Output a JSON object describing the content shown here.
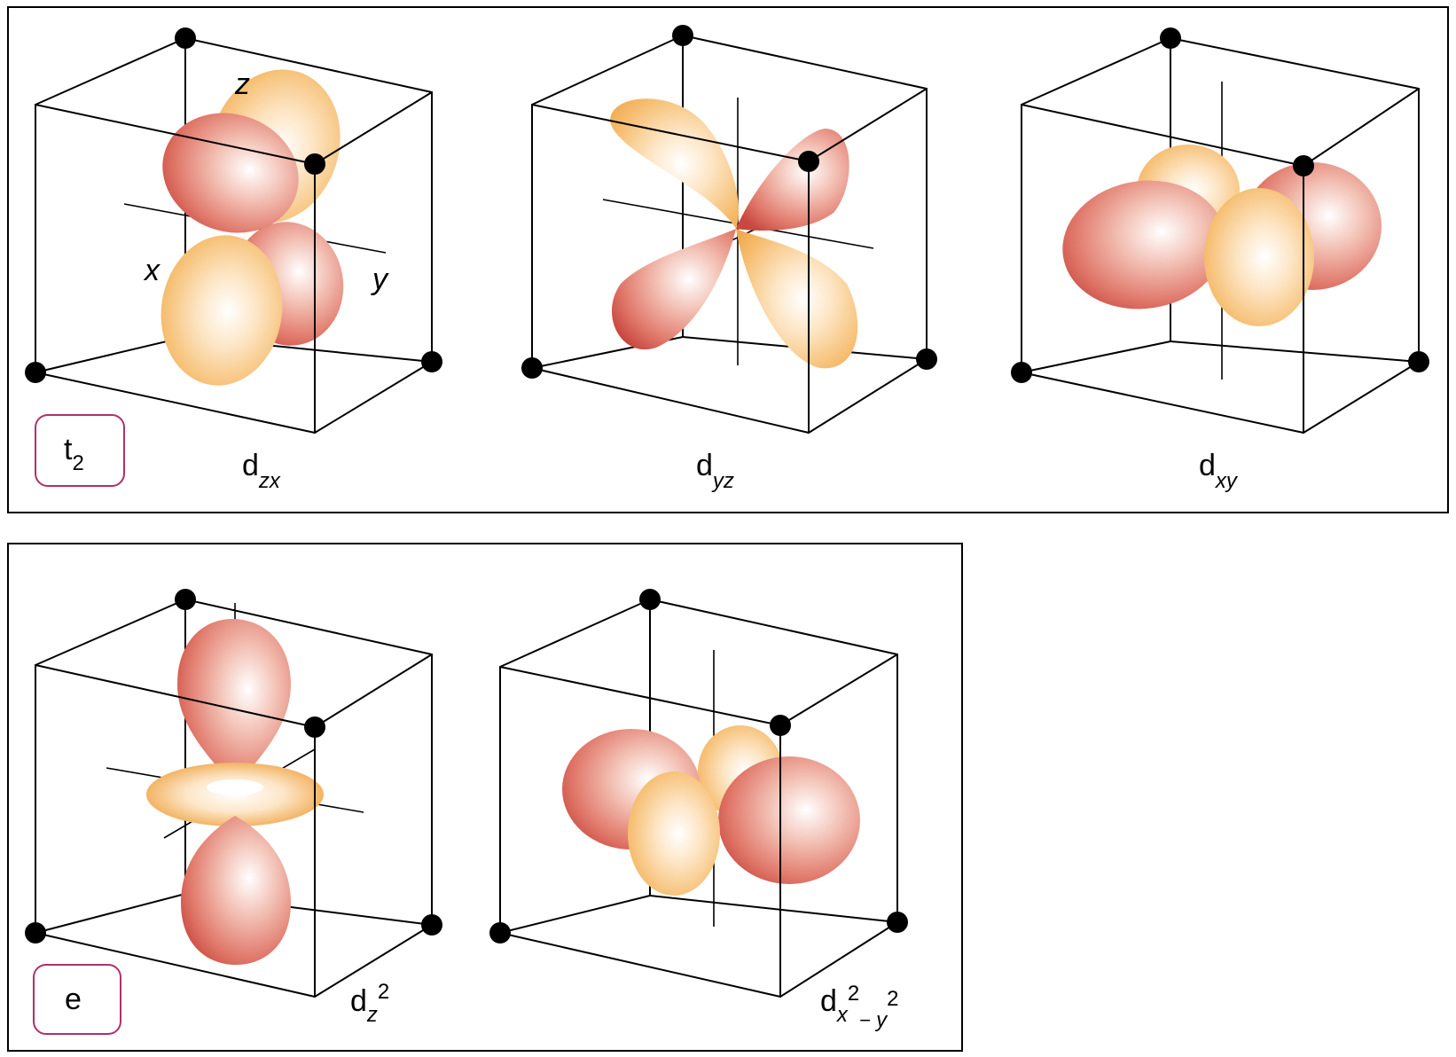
{
  "groups": {
    "t2": {
      "main": "t",
      "sub": "2"
    },
    "e": {
      "main": "e"
    }
  },
  "axes": {
    "x": "x",
    "y": "y",
    "z": "z"
  },
  "orbitals": {
    "dzx": {
      "main": "d",
      "sub": "zx"
    },
    "dyz": {
      "main": "d",
      "sub": "yz"
    },
    "dxy": {
      "main": "d",
      "sub": "xy"
    },
    "dz2": {
      "main": "d",
      "sub": "z",
      "sup": "2"
    },
    "dx2y2": {
      "main": "d",
      "sub1": "x",
      "sup1": "2",
      "minus": "−",
      "sub2": "y",
      "sup2": "2"
    }
  },
  "colors": {
    "red_lobe": "#d9584a",
    "orange_lobe": "#f4b25c",
    "badge_border": "#b0306a"
  }
}
